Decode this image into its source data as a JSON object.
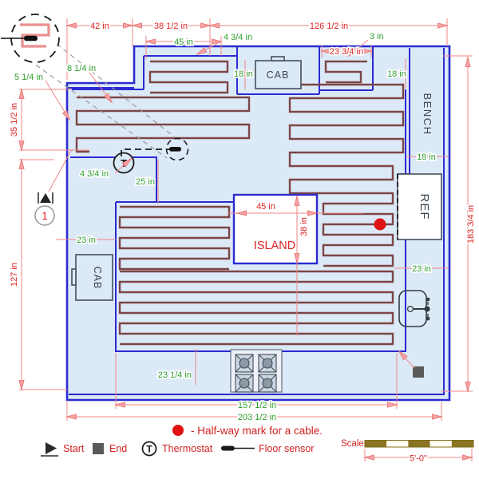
{
  "drawing": {
    "type": "floor-heating plan",
    "areas": {
      "bench": "BENCH",
      "ref": "REF",
      "island": "ISLAND",
      "cab_top": "CAB",
      "cab_left": "CAB"
    },
    "thermostat_symbol": "T",
    "detail_ref_number": "1"
  },
  "dims": {
    "top42": "42 in",
    "top38": "38 1/2 in",
    "top126": "126 1/2 in",
    "top45": "45 in",
    "top4_75": "4 3/4 in",
    "top3": "3 in",
    "top23_75": "23 3/4 in",
    "cab18": "18 in",
    "right18_top": "18 in",
    "bench18": "18 in",
    "left8_25": "8 1/4 in",
    "left5_25": "5 1/4 in",
    "left35_5": "35 1/2 in",
    "left127": "127 in",
    "right183": "183 3/4 in",
    "pantry4_75": "4 3/4 in",
    "pantry25": "25 in",
    "left23": "23 in",
    "right23": "23 in",
    "bottom23_25": "23 1/4 in",
    "bottom157": "157 1/2 in",
    "bottom203": "203 1/2 in",
    "island_w": "45 in",
    "island_h": "38 in"
  },
  "note": {
    "halfway": "- Half-way mark for a cable."
  },
  "legend": {
    "start": "Start",
    "end": "End",
    "thermostat": "Thermostat",
    "floor_sensor": "Floor sensor"
  },
  "scale": {
    "label": "Scale",
    "value": "5'-0\""
  },
  "colors": {
    "wall_blue": "#2b2bd0",
    "room_fill": "#dce9f7",
    "cable_brown": "#7d4646",
    "dim_salmon": "#f08686",
    "dim_red_text": "#dd2222",
    "dim_green_text": "#2f9e2f",
    "note_red": "#d22222",
    "halfway_dot": "#e01313",
    "scale_gold": "#8a7422"
  }
}
